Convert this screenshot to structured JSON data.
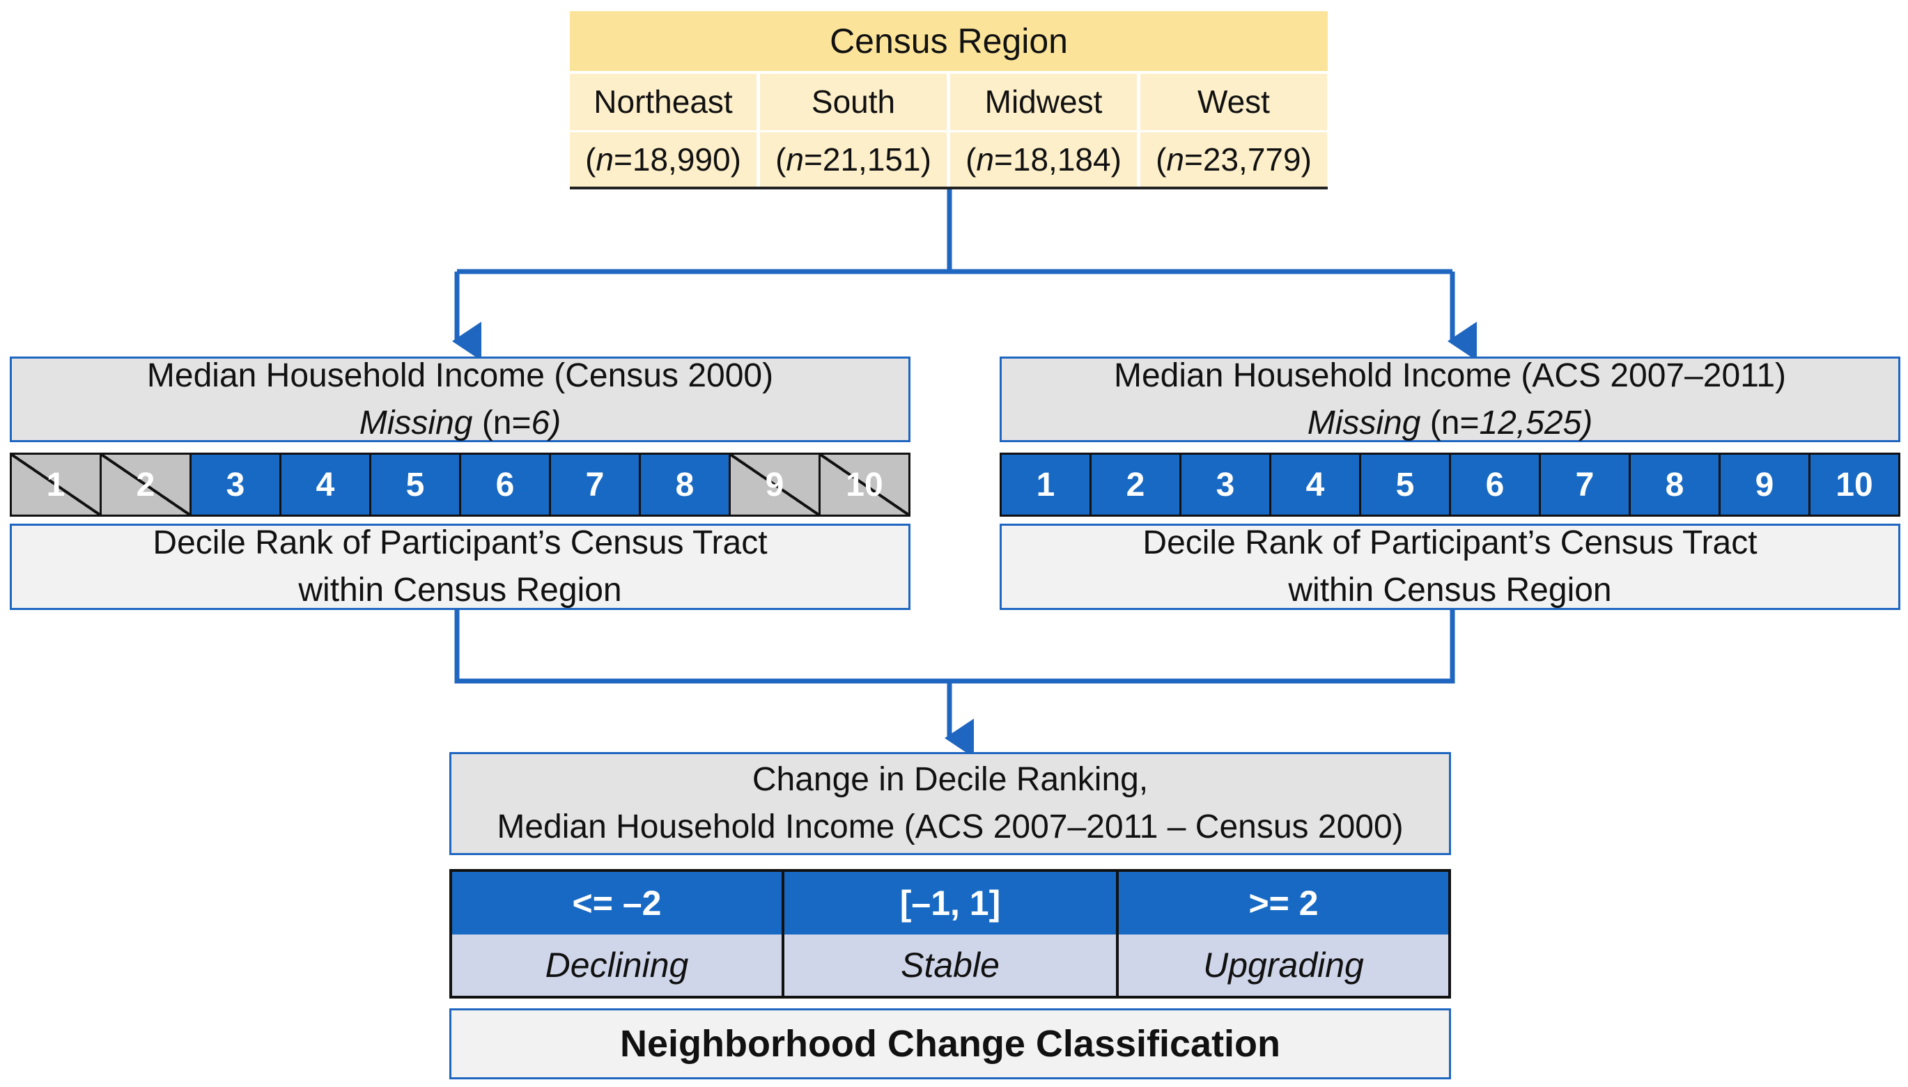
{
  "census_region": {
    "title": "Census Region",
    "regions": [
      {
        "name": "Northeast",
        "n_prefix": "(",
        "n_italic": "n",
        "n_value": "=18,990)"
      },
      {
        "name": "South",
        "n_prefix": "(",
        "n_italic": "n",
        "n_value": "=21,151)"
      },
      {
        "name": "Midwest",
        "n_prefix": "(",
        "n_italic": "n",
        "n_value": "=18,184)"
      },
      {
        "name": "West",
        "n_prefix": "(",
        "n_italic": "n",
        "n_value": "=23,779)"
      }
    ]
  },
  "income_2000": {
    "title": "Median Household Income (Census 2000)",
    "missing_italic": "Missing",
    "missing_rest": " (n=",
    "missing_count_italic": "6)",
    "deciles": [
      {
        "label": "1",
        "included": false
      },
      {
        "label": "2",
        "included": false
      },
      {
        "label": "3",
        "included": true
      },
      {
        "label": "4",
        "included": true
      },
      {
        "label": "5",
        "included": true
      },
      {
        "label": "6",
        "included": true
      },
      {
        "label": "7",
        "included": true
      },
      {
        "label": "8",
        "included": true
      },
      {
        "label": "9",
        "included": false
      },
      {
        "label": "10",
        "included": false
      }
    ],
    "rank_line1": "Decile Rank of Participant’s Census Tract",
    "rank_line2": "within Census Region"
  },
  "income_acs": {
    "title": "Median Household Income (ACS 2007–2011)",
    "missing_italic": "Missing",
    "missing_rest": " (n=",
    "missing_count_italic": "12,525)",
    "deciles": [
      {
        "label": "1",
        "included": true
      },
      {
        "label": "2",
        "included": true
      },
      {
        "label": "3",
        "included": true
      },
      {
        "label": "4",
        "included": true
      },
      {
        "label": "5",
        "included": true
      },
      {
        "label": "6",
        "included": true
      },
      {
        "label": "7",
        "included": true
      },
      {
        "label": "8",
        "included": true
      },
      {
        "label": "9",
        "included": true
      },
      {
        "label": "10",
        "included": true
      }
    ],
    "rank_line1": "Decile Rank of Participant’s Census Tract",
    "rank_line2": "within Census Region"
  },
  "change": {
    "line1": "Change in Decile Ranking,",
    "line2": "Median Household Income (ACS 2007–2011 – Census 2000)",
    "categories": [
      {
        "range": "<= –2",
        "label": "Declining"
      },
      {
        "range": "[–1, 1]",
        "label": "Stable"
      },
      {
        "range": ">= 2",
        "label": "Upgrading"
      }
    ]
  },
  "classification": "Neighborhood Change Classification",
  "colors": {
    "connector": "#1f66c1",
    "decile_active": "#1769c4",
    "decile_inactive": "#c2c2c2",
    "region_title": "#fbe49a",
    "region_body": "#fdefca"
  }
}
